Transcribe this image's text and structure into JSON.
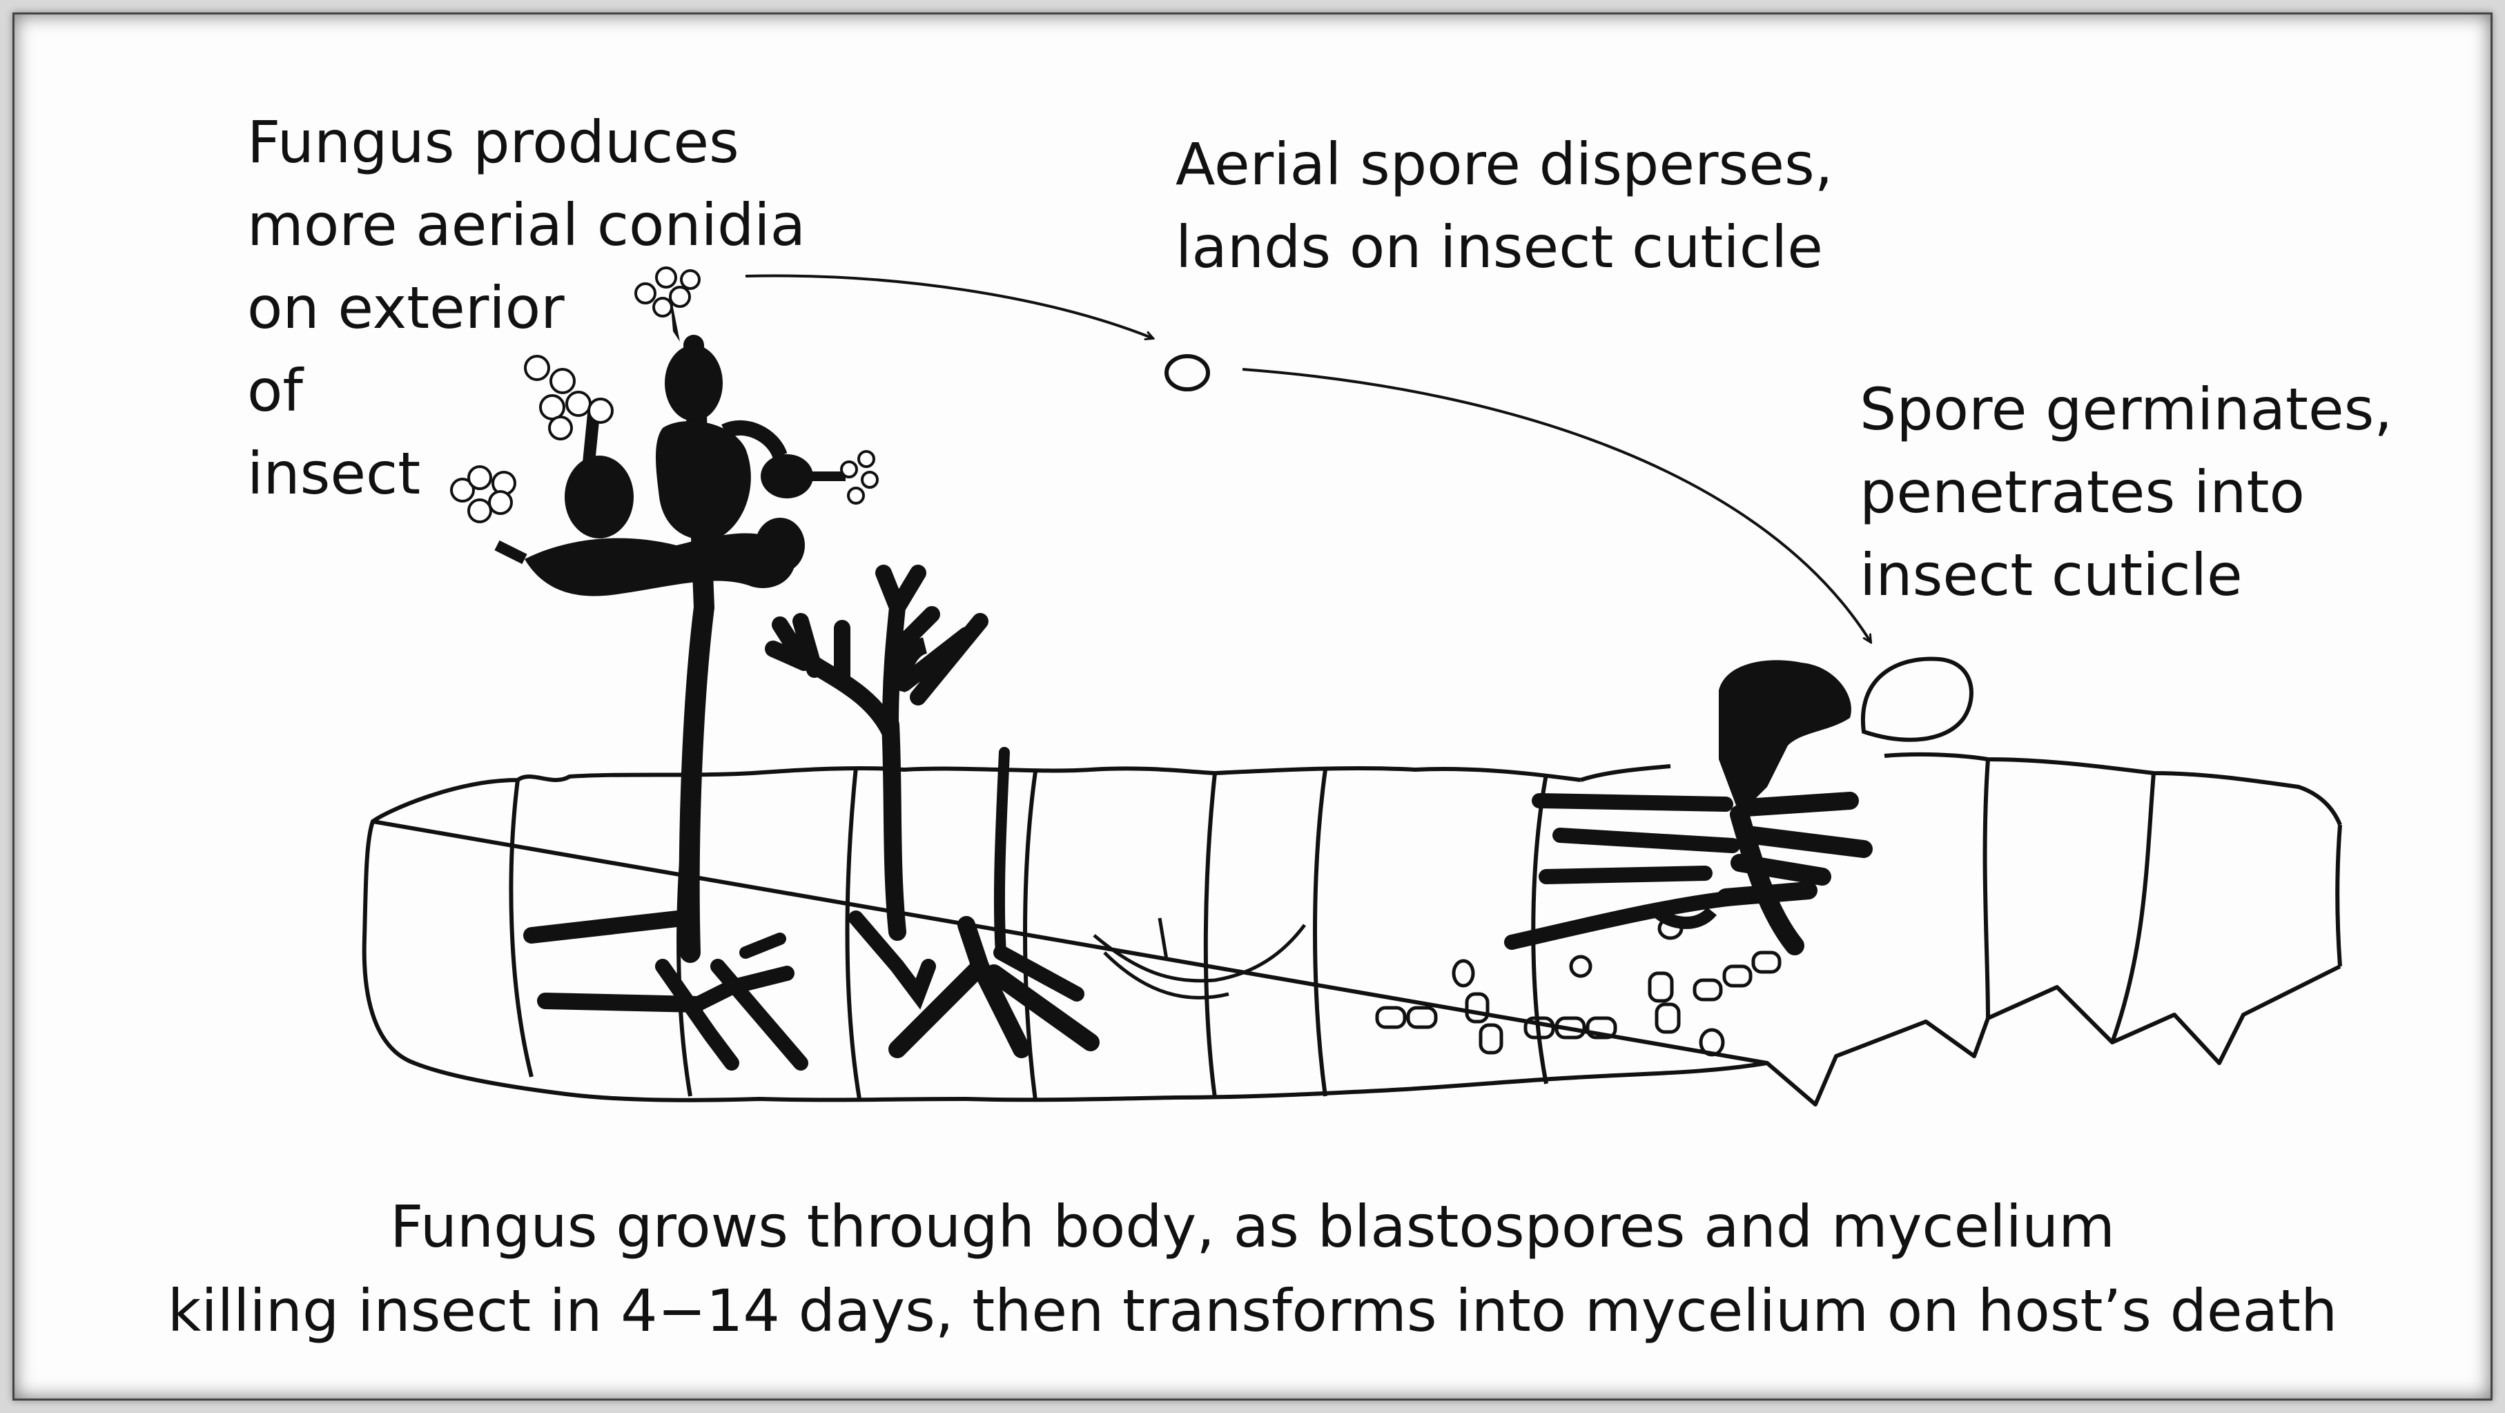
{
  "labels": {
    "conidia": "Fungus produces\nmore aerial conidia\non exterior\nof\ninsect",
    "disperses": "Aerial spore disperses,\nlands on insect cuticle",
    "germinates": "Spore germinates,\npenetrates into\ninsect cuticle"
  },
  "caption": {
    "line1": "Fungus grows through body, as blastospores and mycelium",
    "line2": "killing insect in 4−14 days, then transforms into mycelium on host’s death"
  }
}
